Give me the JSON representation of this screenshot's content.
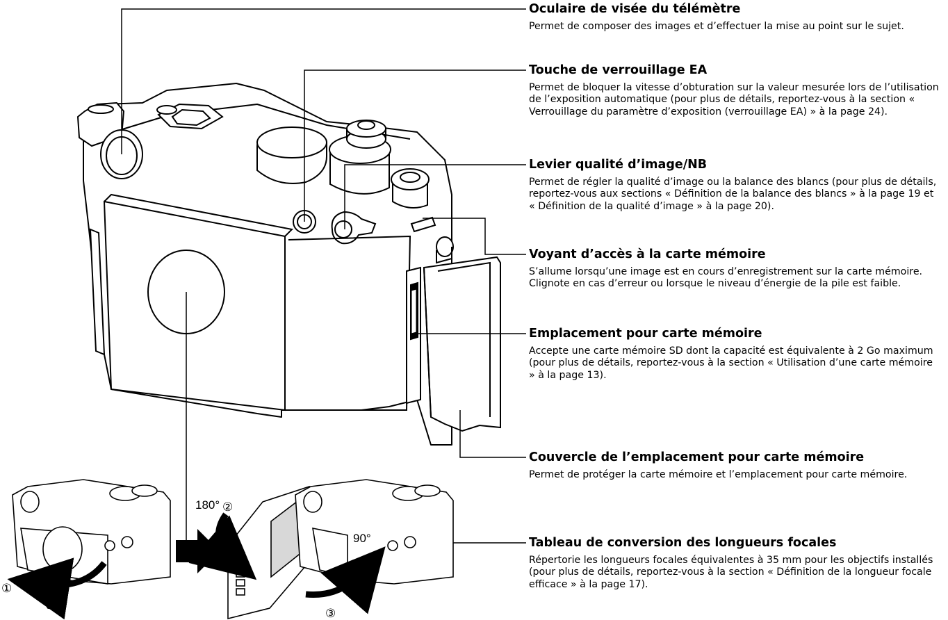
{
  "callouts": [
    {
      "title": "Oculaire de visée du télémètre",
      "desc": "Permet de composer des images et d’effectuer la mise au point sur le sujet."
    },
    {
      "title": "Touche de verrouillage EA",
      "desc": "Permet de bloquer la vitesse d’obturation sur la valeur mesurée lors de l’utilisation de l’exposition automatique (pour plus de détails, reportez-vous à la section « Verrouillage du paramètre d’exposition (verrouillage EA) » à la page 24)."
    },
    {
      "title": "Levier qualité d’image/NB",
      "desc": "Permet de régler la qualité d’image ou la balance des blancs (pour plus de détails, reportez-vous aux sections « Définition de la balance des blancs » à la page 19 et « Définition de la qualité d’image » à la page 20)."
    },
    {
      "title": "Voyant d’accès à la carte mémoire",
      "desc": "S’allume lorsqu’une image est en cours d’enregistrement sur la carte mémoire. Clignote en cas d’erreur ou lorsque le niveau d’énergie de la pile est faible."
    },
    {
      "title": "Emplacement pour carte mémoire",
      "desc": "Accepte une carte mémoire SD dont la capacité est équivalente à 2 Go maximum (pour plus de détails, reportez-vous à la section « Utilisation d’une carte mémoire » à la page 13)."
    },
    {
      "title": "Couvercle de l’emplacement pour carte mémoire",
      "desc": "Permet de protéger la carte mémoire et l’emplacement pour carte mémoire."
    },
    {
      "title": "Tableau de conversion des longueurs focales",
      "desc": "Répertorie les longueurs focales équivalentes à 35 mm pour les objectifs installés (pour plus de détails, reportez-vous à la section « Définition de la longueur focale efficace » à la page 17)."
    }
  ],
  "steps": {
    "step1": "①",
    "step2": "②",
    "step3": "③",
    "angle1": "90°",
    "angle2": "180°",
    "angle3": "90°"
  }
}
